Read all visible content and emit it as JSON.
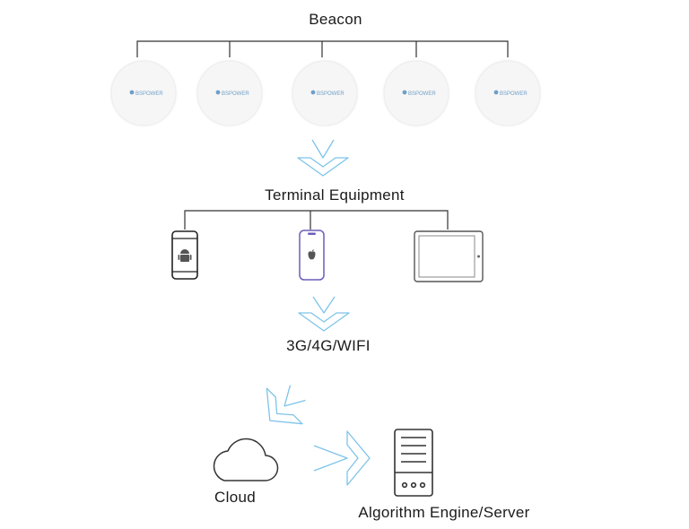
{
  "diagram": {
    "beacon_label": "Beacon",
    "beacon_brand": "BSPOWER",
    "beacon_count": 5,
    "terminal_label": "Terminal Equipment",
    "devices": [
      {
        "name": "android-phone",
        "icon": "android-icon"
      },
      {
        "name": "iphone",
        "icon": "apple-icon"
      },
      {
        "name": "tablet",
        "icon": "tablet-icon"
      }
    ],
    "network_label": "3G/4G/WIFI",
    "cloud_label": "Cloud",
    "server_label": "Algorithm Engine/Server",
    "colors": {
      "arrow": "#7ec3ea",
      "line": "#333333",
      "beacon_fill": "#f4f4f4",
      "beacon_logo": "#6f9fc8"
    }
  }
}
